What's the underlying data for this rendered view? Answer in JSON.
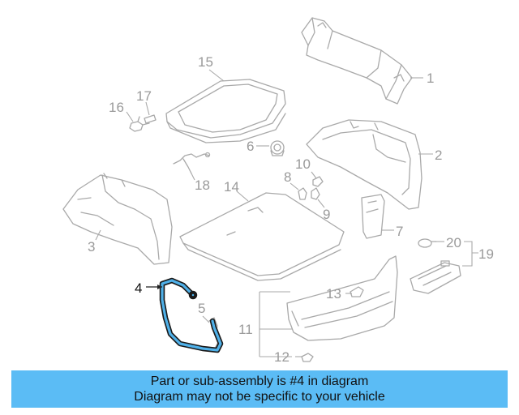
{
  "callouts": {
    "n1": "1",
    "n2": "2",
    "n3": "3",
    "n4": "4",
    "n5": "5",
    "n6": "6",
    "n7": "7",
    "n8": "8",
    "n9": "9",
    "n10": "10",
    "n11": "11",
    "n12": "12",
    "n13": "13",
    "n14": "14",
    "n15": "15",
    "n16": "16",
    "n17": "17",
    "n18": "18",
    "n19": "19",
    "n20": "20"
  },
  "highlight_part": "4",
  "colors": {
    "highlight": "#4fb0e8",
    "banner": "#5bbcf5",
    "line_art": "#a9a9a9"
  },
  "banner": {
    "line1": "Part or sub-assembly is #4 in diagram",
    "line2": "Diagram may not be specific to your vehicle"
  }
}
